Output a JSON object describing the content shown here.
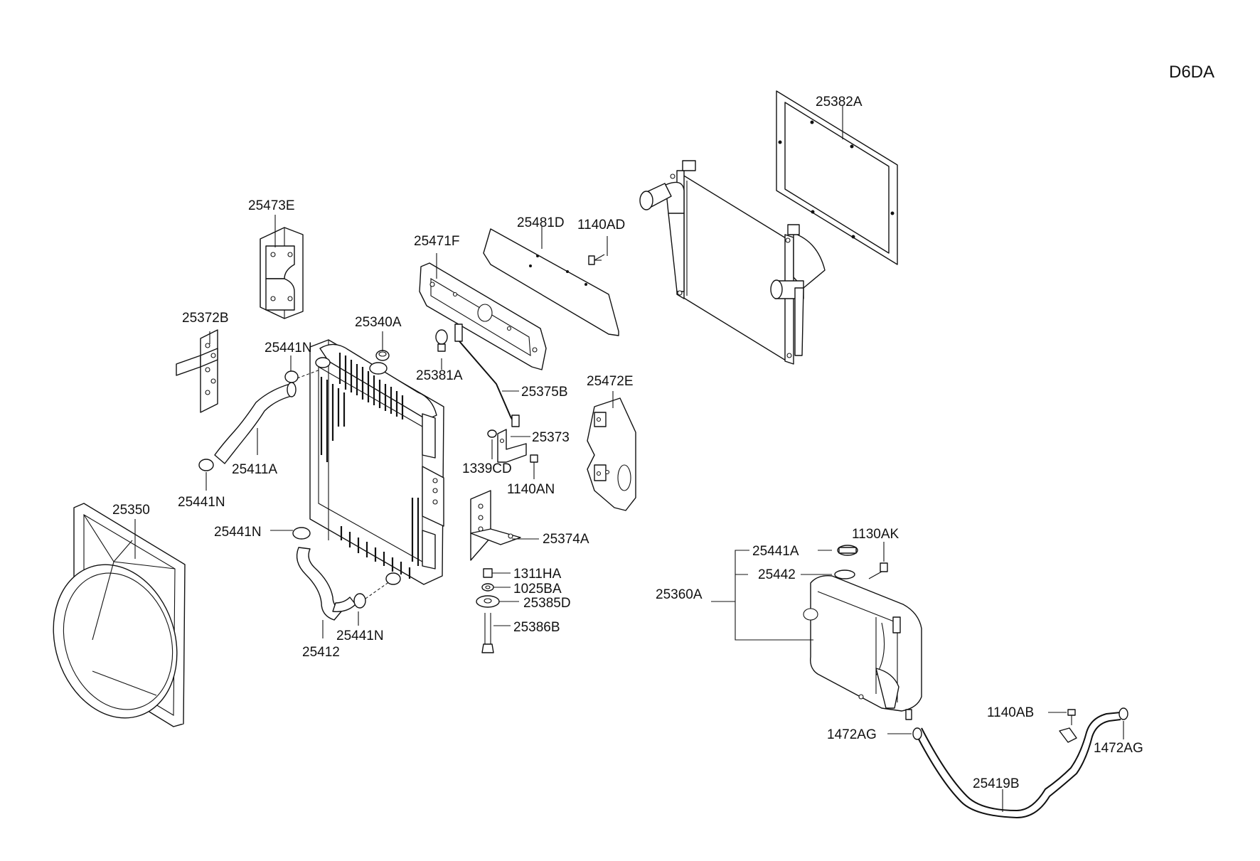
{
  "diagram_code": "D6DA",
  "labels": {
    "p25382A": "25382A",
    "p25473E": "25473E",
    "p25481D": "25481D",
    "p1140AD": "1140AD",
    "p25471F": "25471F",
    "p25372B": "25372B",
    "p25340A": "25340A",
    "p25441N_a": "25441N",
    "p25381A": "25381A",
    "p25375B": "25375B",
    "p25472E": "25472E",
    "p25373": "25373",
    "p25411A": "25411A",
    "p1339CD": "1339CD",
    "p25441N_b": "25441N",
    "p1140AN": "1140AN",
    "p25350": "25350",
    "p25441N_c": "25441N",
    "p25374A": "25374A",
    "p1311HA": "1311HA",
    "p1025BA": "1025BA",
    "p25385D": "25385D",
    "p25386B": "25386B",
    "p25441N_d": "25441N",
    "p25412": "25412",
    "p25441A": "25441A",
    "p1130AK": "1130AK",
    "p25442": "25442",
    "p25360A": "25360A",
    "p1140AB": "1140AB",
    "p1472AG_a": "1472AG",
    "p1472AG_b": "1472AG",
    "p25419B": "25419B"
  }
}
